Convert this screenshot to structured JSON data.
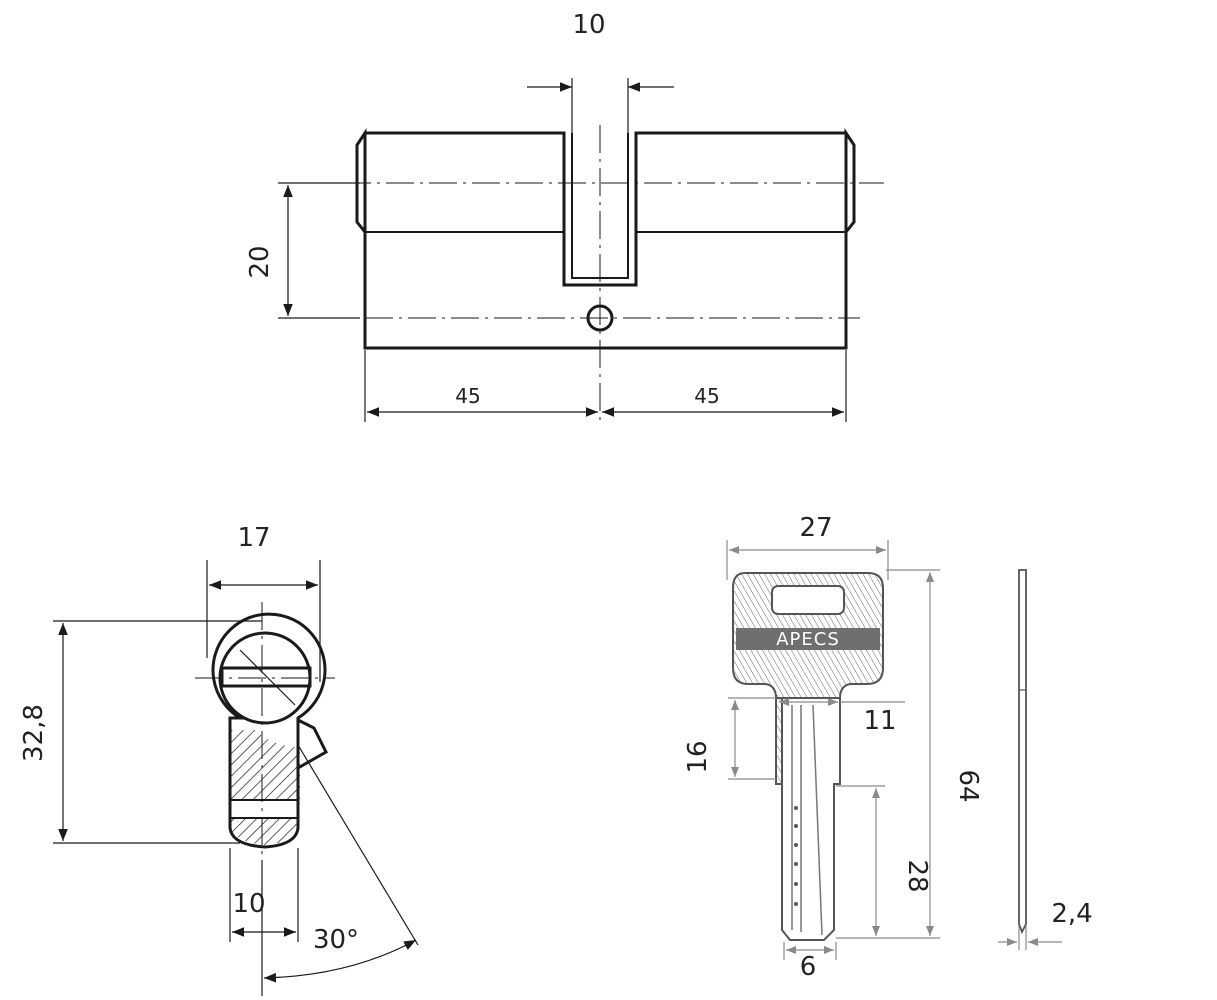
{
  "dimensions": {
    "cam_width": "10",
    "body_height": "20",
    "left_length": "45",
    "right_length": "45",
    "profile_width": "17",
    "profile_height": "32,8",
    "profile_bottom_width": "10",
    "cam_angle": "30°",
    "key_head_width": "27",
    "key_shoulder": "11",
    "key_shoulder_height": "16",
    "key_blade_length": "28",
    "key_total_length": "64",
    "key_blade_width": "6",
    "key_thickness": "2,4"
  },
  "key": {
    "brand": "APECS"
  }
}
